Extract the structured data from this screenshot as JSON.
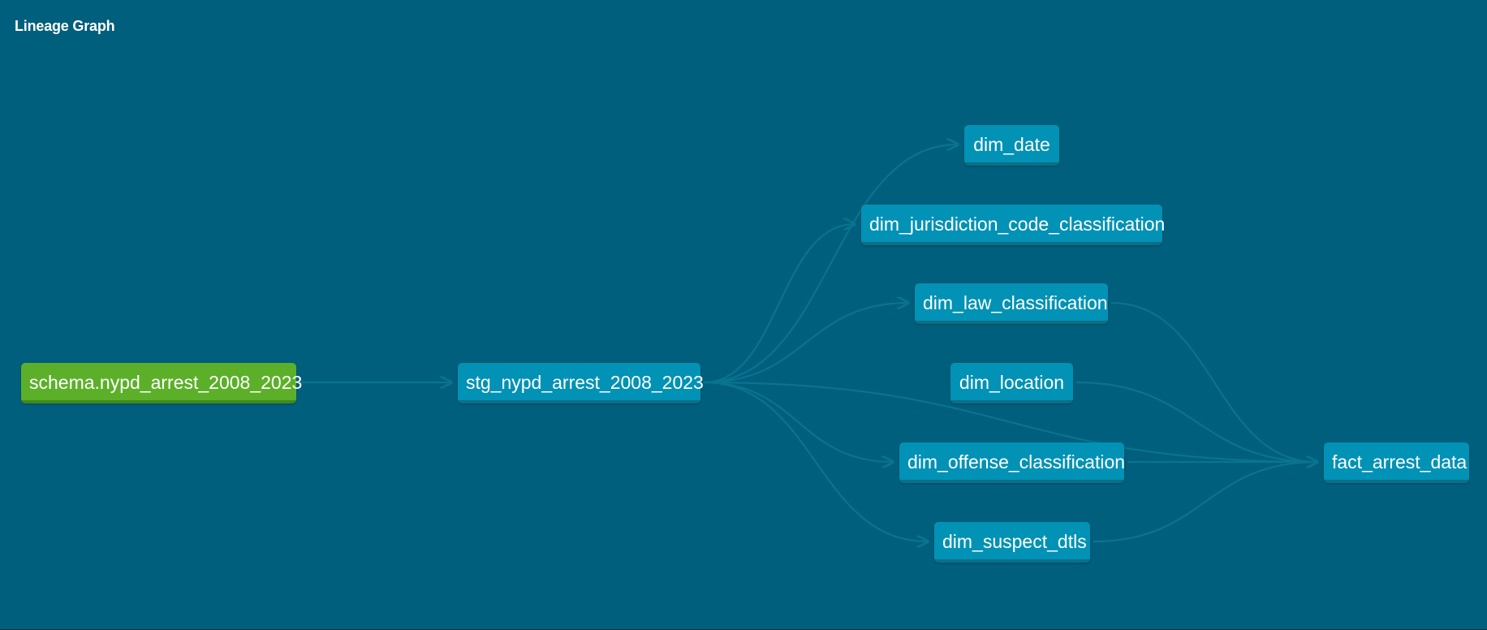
{
  "header": {
    "title": "Lineage Graph"
  },
  "colors": {
    "background": "#005f7c",
    "model_node": "#0192b5",
    "source_node": "#5cb029",
    "edge": "#0a7390"
  },
  "nodes": [
    {
      "id": "schema.nypd_arrest_2008_2023",
      "label": "schema.nypd_arrest_2008_2023",
      "type": "source"
    },
    {
      "id": "stg_nypd_arrest_2008_2023",
      "label": "stg_nypd_arrest_2008_2023",
      "type": "model"
    },
    {
      "id": "dim_date",
      "label": "dim_date",
      "type": "model"
    },
    {
      "id": "dim_jurisdiction_code_classification",
      "label": "dim_jurisdiction_code_classification",
      "type": "model"
    },
    {
      "id": "dim_law_classification",
      "label": "dim_law_classification",
      "type": "model"
    },
    {
      "id": "dim_location",
      "label": "dim_location",
      "type": "model"
    },
    {
      "id": "dim_offense_classification",
      "label": "dim_offense_classification",
      "type": "model"
    },
    {
      "id": "dim_suspect_dtls",
      "label": "dim_suspect_dtls",
      "type": "model"
    },
    {
      "id": "fact_arrest_data",
      "label": "fact_arrest_data",
      "type": "model"
    }
  ],
  "edges": [
    {
      "from": "schema.nypd_arrest_2008_2023",
      "to": "stg_nypd_arrest_2008_2023"
    },
    {
      "from": "stg_nypd_arrest_2008_2023",
      "to": "dim_date"
    },
    {
      "from": "stg_nypd_arrest_2008_2023",
      "to": "dim_jurisdiction_code_classification"
    },
    {
      "from": "stg_nypd_arrest_2008_2023",
      "to": "dim_law_classification"
    },
    {
      "from": "stg_nypd_arrest_2008_2023",
      "to": "dim_offense_classification"
    },
    {
      "from": "stg_nypd_arrest_2008_2023",
      "to": "dim_suspect_dtls"
    },
    {
      "from": "stg_nypd_arrest_2008_2023",
      "to": "fact_arrest_data"
    },
    {
      "from": "dim_law_classification",
      "to": "fact_arrest_data"
    },
    {
      "from": "dim_location",
      "to": "fact_arrest_data"
    },
    {
      "from": "dim_offense_classification",
      "to": "fact_arrest_data"
    },
    {
      "from": "dim_suspect_dtls",
      "to": "fact_arrest_data"
    }
  ]
}
